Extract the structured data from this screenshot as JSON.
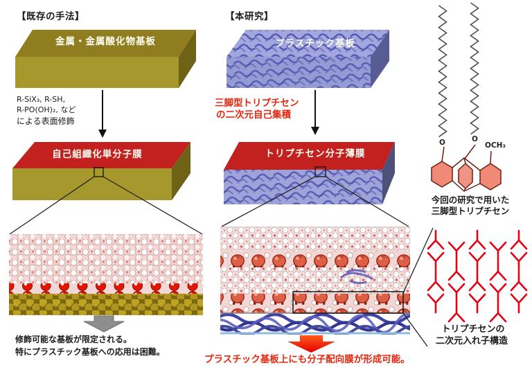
{
  "fig": {
    "left": {
      "header": "【既存の手法】",
      "substrate_label": "金属・金属酸化物基板",
      "modifier_lines": [
        "R-SiX₃, R-SH,",
        "R-PO(OH)₂, など",
        "による表面修飾"
      ],
      "film_label": "自己組織化単分子膜",
      "caption_lines": [
        "修飾可能な基板が限定される。",
        "特にプラスチック基板への応用は困難。"
      ]
    },
    "middle": {
      "header": "【本研究】",
      "substrate_label": "プラスチック基板",
      "process_lines": [
        "三脚型トリプチセン",
        "の二次元自己集積"
      ],
      "film_label": "トリプチセン分子薄膜",
      "caption": "プラスチック基板上にも分子配向膜が形成可能。"
    },
    "right": {
      "atom_labels": {
        "o_left": "O",
        "o_mid": "O",
        "och3": "OCH₃"
      },
      "molecule_caption_lines": [
        "今回の研究で用いた",
        "三脚型トリプチセン"
      ],
      "pattern_caption_lines": [
        "トリプチセンの",
        "二次元入れ子構造"
      ]
    },
    "colors": {
      "gold_top": "#8f7d1f",
      "gold_front": "#a6982c",
      "gold_side": "#6e6216",
      "film_red": "#c32020",
      "plastic_top": "#a2a8de",
      "plastic_front": "#959bd4",
      "plastic_side": "#575c94",
      "polymer_blue": "#3d43a5",
      "accent_red": "#e8260e",
      "tripod_red": "#e60012",
      "arrow_gray": "#8e8e8e",
      "atom_gold": "#bda224",
      "atom_red": "#e11500",
      "molecule_salmon": "#f08a76"
    }
  }
}
